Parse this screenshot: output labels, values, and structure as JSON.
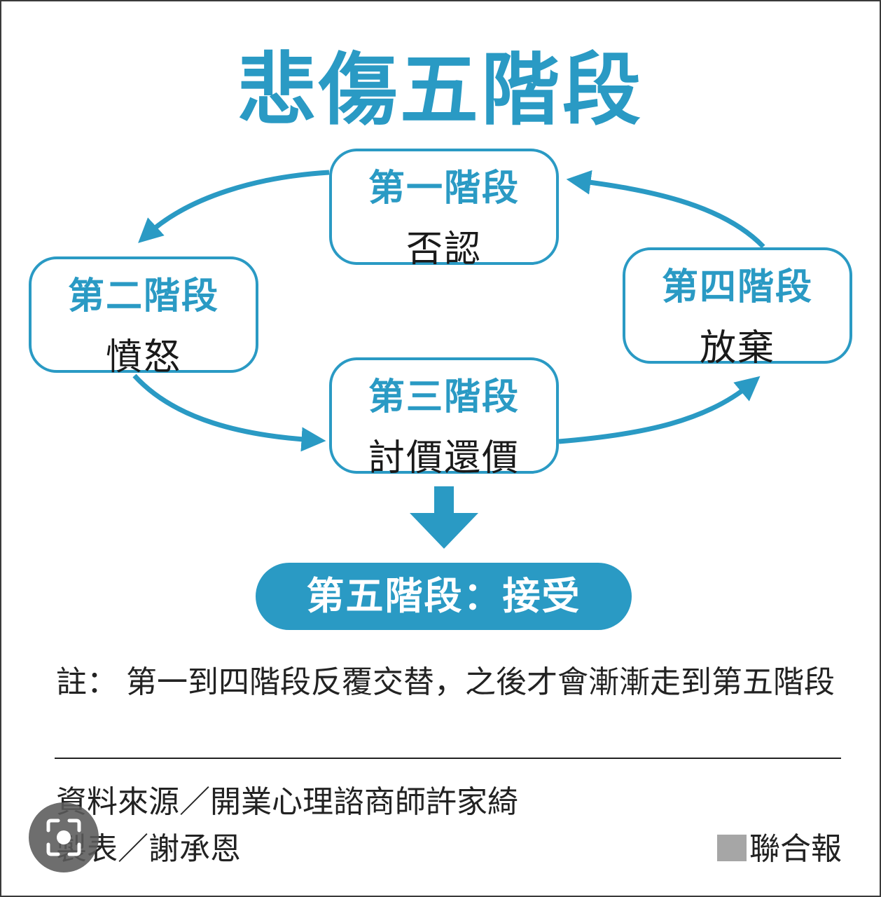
{
  "title": "悲傷五階段",
  "stages": [
    {
      "label": "第一階段",
      "name": "否認"
    },
    {
      "label": "第二階段",
      "name": "憤怒"
    },
    {
      "label": "第三階段",
      "name": "討價還價"
    },
    {
      "label": "第四階段",
      "name": "放棄"
    }
  ],
  "final_stage": "第五階段：接受",
  "note": {
    "prefix": "註：",
    "text": "第一到四階段反覆交替，之後才會漸漸走到第五階段"
  },
  "source": "資料來源／開業心理諮商師許家綺",
  "credit": "製表／謝承恩",
  "publisher": "聯合報",
  "colors": {
    "accent": "#2a9ac4",
    "text": "#222222",
    "publisher_mark": "#a6a6a6"
  },
  "icons": [
    "lens-icon"
  ]
}
